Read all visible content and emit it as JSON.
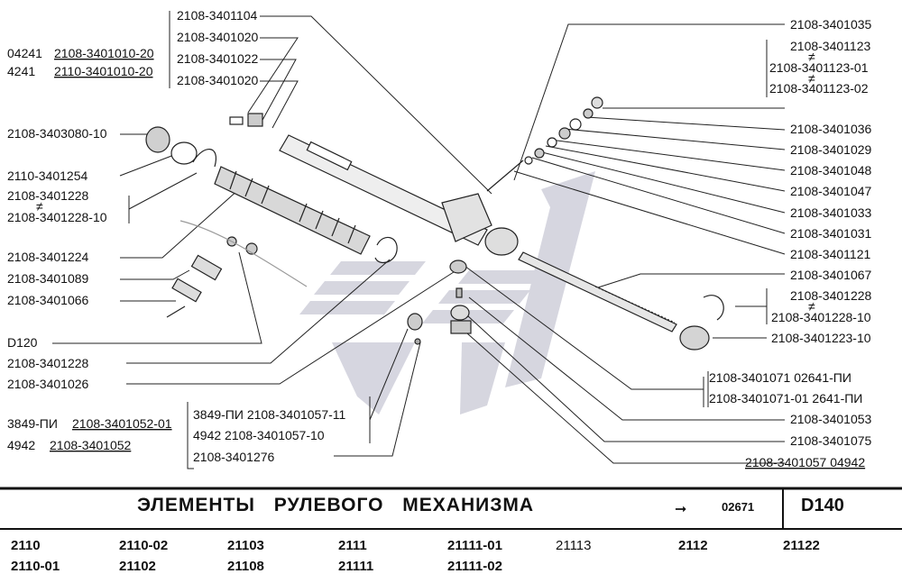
{
  "labels_left": {
    "top_var1_code": "04241",
    "top_var1_part": "2108-3401010-20",
    "top_var2_code": "4241",
    "top_var2_part": "2110-3401010-20",
    "group_top": [
      "2108-3401104",
      "2108-3401020",
      "2108-3401022",
      "2108-3401020"
    ],
    "p_3403080": "2108-3403080-10",
    "p_3401254": "2110-3401254",
    "p_3401228_a": "2108-3401228",
    "p_3401228_b": "2108-3401228-10",
    "not_equal_1": "≠",
    "p_3401224": "2108-3401224",
    "p_3401089": "2108-3401089",
    "p_3401066": "2108-3401066",
    "p_D120": "D120",
    "p_3401228_c": "2108-3401228",
    "p_3401026": "2108-3401026",
    "var3849_code": "3849-ПИ",
    "var3849_part": "2108-3401052-01",
    "var4942_code": "4942",
    "var4942_part": "2108-3401052",
    "group_mid_1": "3849-ПИ  2108-3401057-11",
    "group_mid_2": "4942   2108-3401057-10",
    "p_3401276": "2108-3401276"
  },
  "labels_right": {
    "p_3401035": "2108-3401035",
    "p_3401123": "2108-3401123",
    "p_3401123_01": "2108-3401123-01",
    "p_3401123_02": "2108-3401123-02",
    "not_equal": "≠",
    "p_3401036": "2108-3401036",
    "p_3401029": "2108-3401029",
    "p_3401048": "2108-3401048",
    "p_3401047": "2108-3401047",
    "p_3401033": "2108-3401033",
    "p_3401031": "2108-3401031",
    "p_3401121": "2108-3401121",
    "p_3401067": "2108-3401067",
    "p_3401228_r": "2108-3401228",
    "p_3401228_10_r": "2108-3401228-10",
    "p_3401223": "2108-3401223-10",
    "p_3401071": "2108-3401071   02641-ПИ",
    "p_3401071_01": "2108-3401071-01  2641-ПИ",
    "p_3401053": "2108-3401053",
    "p_3401075": "2108-3401075",
    "p_3401057": "2108-3401057  04942"
  },
  "title": {
    "text": "ЭЛЕМЕНТЫ РУЛЕВОГО МЕХАНИЗМА",
    "arrow": "➞",
    "ref": "02671",
    "page_code": "D140"
  },
  "models": {
    "row1": [
      "2110",
      "2110-02",
      "21103",
      "2111",
      "21111-01",
      "21113",
      "2112",
      "21122"
    ],
    "row2": [
      "2110-01",
      "21102",
      "21108",
      "21111",
      "21111-02"
    ]
  },
  "colors": {
    "ink": "#111111",
    "watermark": "#c8c8d4"
  }
}
